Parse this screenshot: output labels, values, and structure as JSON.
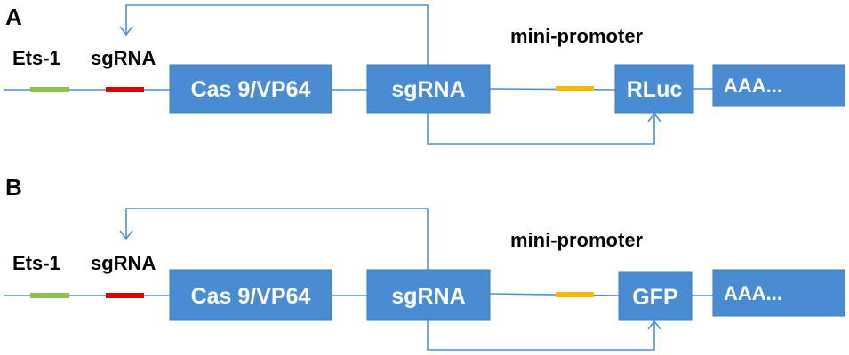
{
  "colors": {
    "box_fill": "#4a8cd1",
    "wire": "#4f8fcf",
    "ets1_element": "#8bc34a",
    "sgrna_target": "#e00000",
    "mini_promoter_element": "#f5b800"
  },
  "panels": [
    {
      "letter": "A",
      "ets1_label": "Ets-1",
      "sgrna_target_label": "sgRNA",
      "mini_promoter_label": "mini-promoter",
      "cas9_label": "Cas 9/VP64",
      "sgrna_label": "sgRNA",
      "reporter_label": "RLuc",
      "polya_label": "AAA..."
    },
    {
      "letter": "B",
      "ets1_label": "Ets-1",
      "sgrna_target_label": "sgRNA",
      "mini_promoter_label": "mini-promoter",
      "cas9_label": "Cas 9/VP64",
      "sgrna_label": "sgRNA",
      "reporter_label": "GFP",
      "polya_label": "AAA..."
    }
  ]
}
